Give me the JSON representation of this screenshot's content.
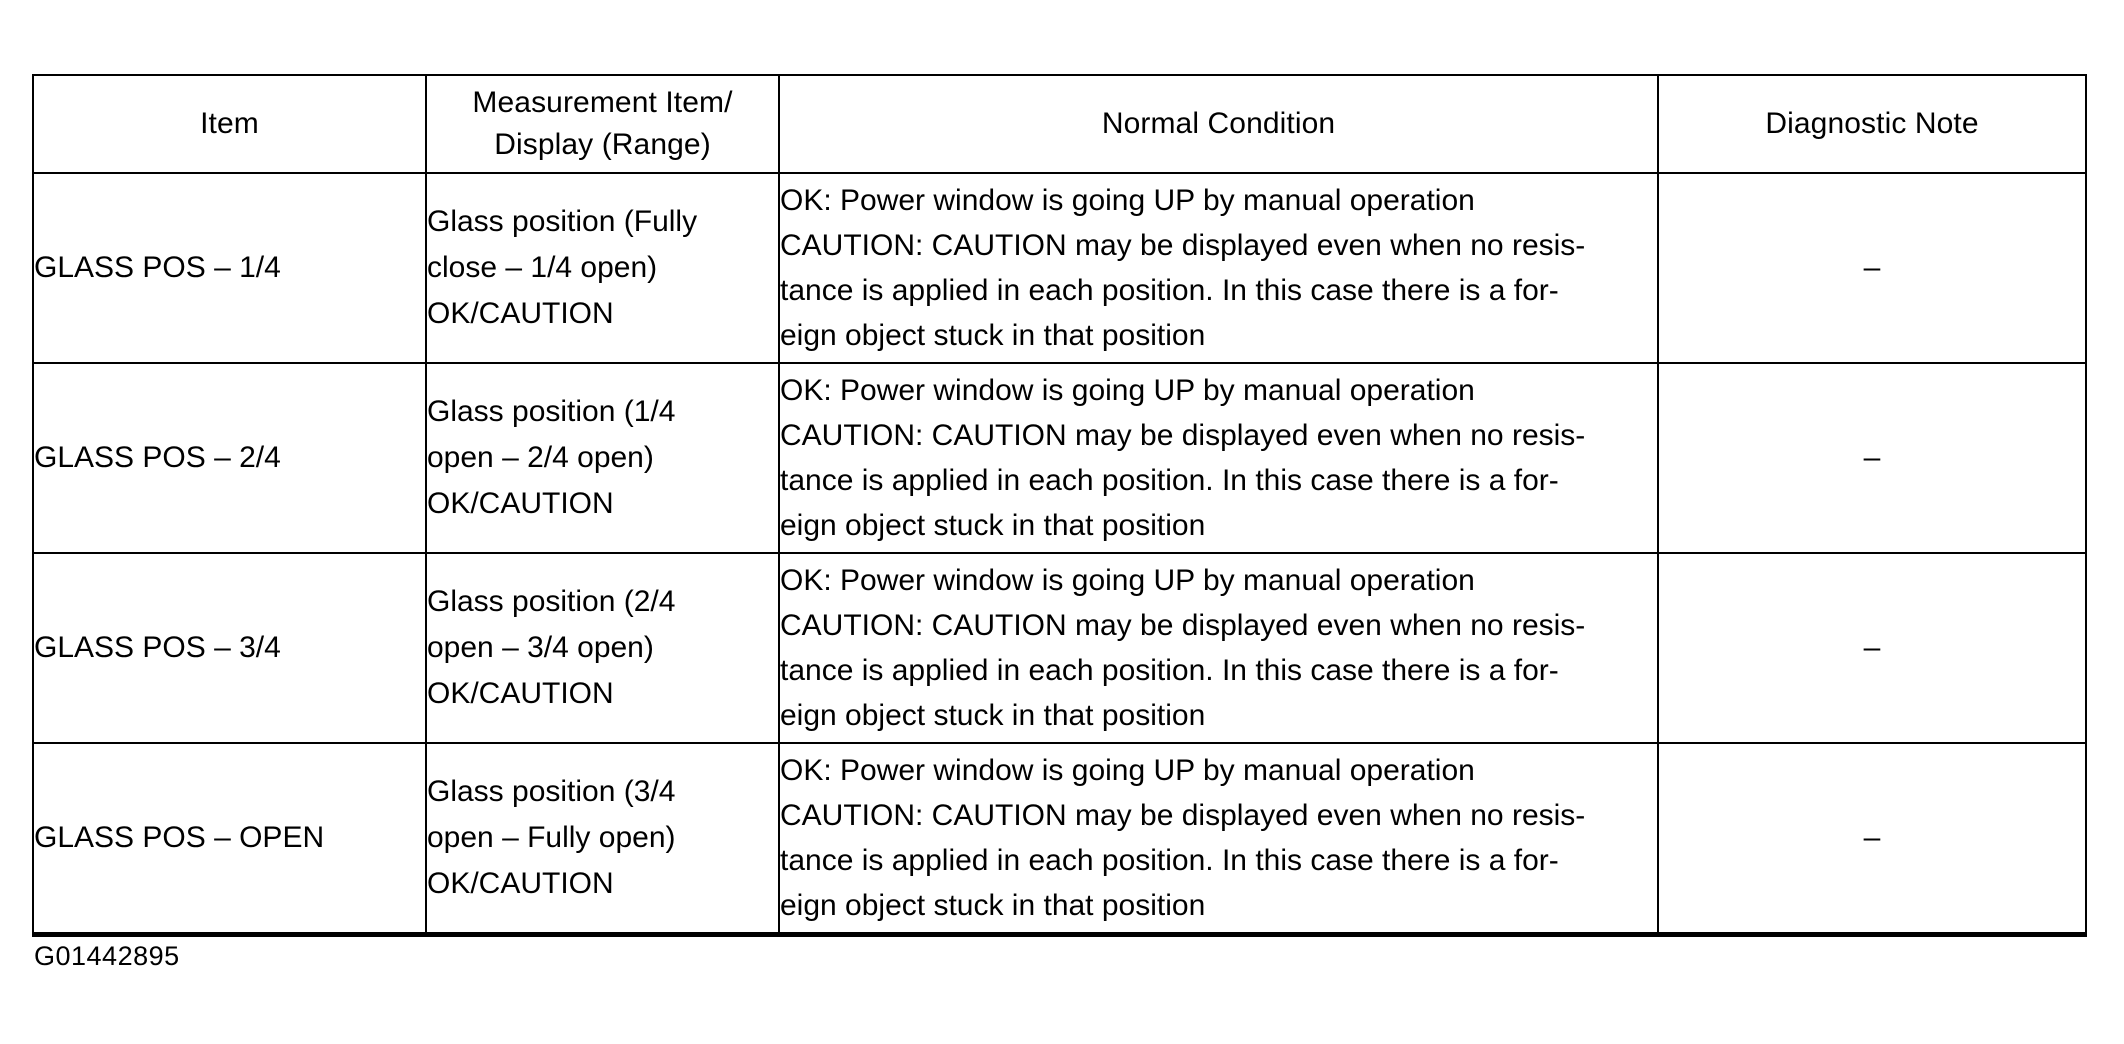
{
  "document": {
    "caption": "G01442895"
  },
  "table": {
    "headers": [
      {
        "label": "Item"
      },
      {
        "line1": "Measurement Item/",
        "line2": "Display (Range)"
      },
      {
        "label": "Normal Condition"
      },
      {
        "label": "Diagnostic Note"
      }
    ],
    "rows": [
      {
        "item": "GLASS POS – 1/4",
        "measurement": {
          "line1": "Glass position (Fully",
          "line2": "close – 1/4 open)",
          "line3": "OK/CAUTION"
        },
        "normal_condition": {
          "line1": "OK: Power window is going UP by manual operation",
          "line2": "CAUTION: CAUTION may be displayed even when no resis-",
          "line3": "tance is applied in each position. In this case there is a for-",
          "line4": "eign object stuck in that position"
        },
        "diagnostic_note": "–"
      },
      {
        "item": "GLASS POS – 2/4",
        "measurement": {
          "line1": "Glass position (1/4",
          "line2": "open – 2/4 open)",
          "line3": "OK/CAUTION"
        },
        "normal_condition": {
          "line1": "OK: Power window is going UP by manual operation",
          "line2": "CAUTION: CAUTION may be displayed even when no resis-",
          "line3": "tance is applied in each position. In this case there is a for-",
          "line4": "eign object stuck in that position"
        },
        "diagnostic_note": "–"
      },
      {
        "item": "GLASS POS – 3/4",
        "measurement": {
          "line1": "Glass position (2/4",
          "line2": "open – 3/4 open)",
          "line3": "OK/CAUTION"
        },
        "normal_condition": {
          "line1": "OK: Power window is going UP by manual operation",
          "line2": "CAUTION: CAUTION may be displayed even when no resis-",
          "line3": "tance is applied in each position. In this case there is a for-",
          "line4": "eign object stuck in that position"
        },
        "diagnostic_note": "–"
      },
      {
        "item": "GLASS POS – OPEN",
        "measurement": {
          "line1": "Glass position (3/4",
          "line2": "open – Fully open)",
          "line3": "OK/CAUTION"
        },
        "normal_condition": {
          "line1": "OK: Power window is going UP by manual operation",
          "line2": "CAUTION: CAUTION may be displayed even when no resis-",
          "line3": "tance is applied in each position. In this case there is a for-",
          "line4": "eign object stuck in that position"
        },
        "diagnostic_note": "–"
      }
    ]
  }
}
